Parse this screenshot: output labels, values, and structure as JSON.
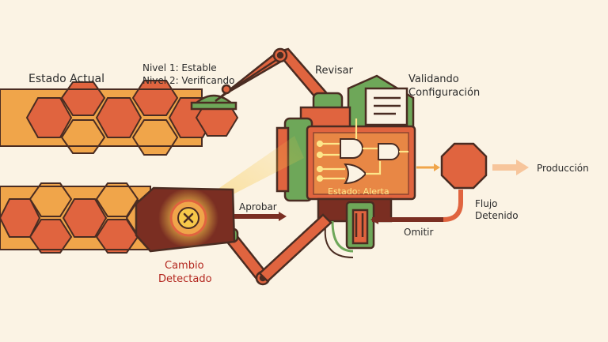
{
  "labels": {
    "estado_actual": "Estado Actual",
    "nivel_1": "Nivel 1: Estable",
    "nivel_2": "Nivel 2: Verificando",
    "revisar": "Revisar",
    "validando": "Validando",
    "configuracion": "Configuración",
    "estado_alerta": "Estado: Alerta",
    "produccion": "Producción",
    "flujo": "Flujo",
    "detenido": "Detenido",
    "aprobar": "Aprobar",
    "omitir": "Omitir",
    "cambio": "Cambio",
    "detectado": "Detectado"
  },
  "colors": {
    "background": "#fbf3e4",
    "orange": "#e0643f",
    "amber": "#f0a54a",
    "green": "#6ea759",
    "dark": "#4a2c22",
    "maroon": "#7a2e22",
    "glow": "#f7c84a",
    "accent_text": "#b3261e"
  },
  "icons": {
    "detected_change": "x-circle-icon",
    "stop": "stop-octagon-icon",
    "logic": "logic-gates-icon"
  }
}
